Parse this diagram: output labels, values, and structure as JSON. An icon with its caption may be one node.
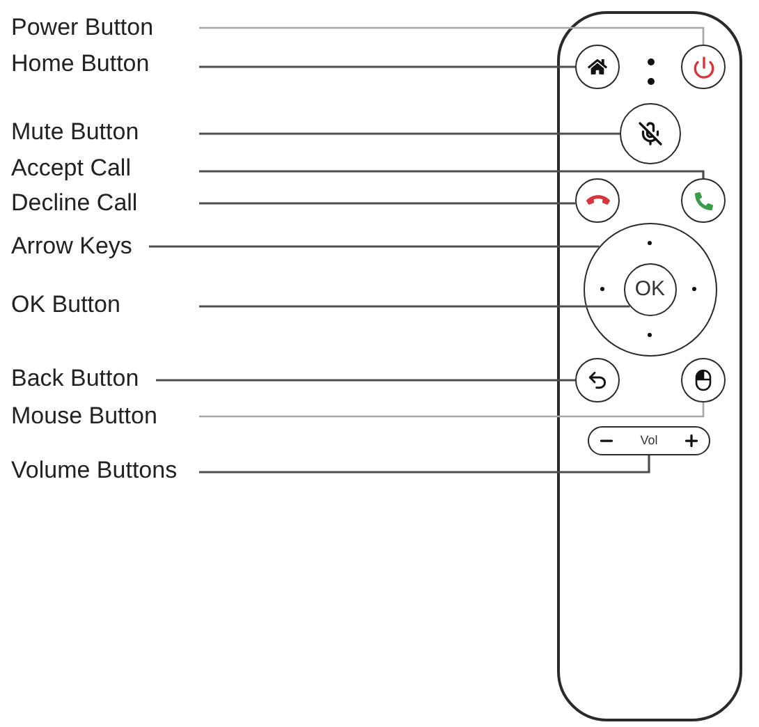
{
  "diagram": {
    "nodes": [
      {
        "text": [
          "Power Button"
        ]
      },
      {
        "text": [
          "Home Button"
        ]
      },
      {
        "text": [
          "Mute Button"
        ]
      },
      {
        "text": [
          "Accept Call"
        ]
      },
      {
        "text": [
          "Decline Call"
        ]
      },
      {
        "text": [
          "Arrow Keys"
        ]
      },
      {
        "text": [
          "OK Button"
        ]
      },
      {
        "text": [
          "Back Button"
        ]
      },
      {
        "text": [
          "Mouse Button"
        ]
      },
      {
        "text": [
          "Volume Buttons"
        ]
      },
      {
        "text": [],
        "shape": "box"
      },
      {
        "text": [],
        "shape": "circle",
        "in": 10
      },
      {
        "text": [],
        "shape": "circle",
        "in": 10
      },
      {
        "text": [],
        "shape": "circle",
        "in": 10
      },
      {
        "text": [],
        "shape": "circle",
        "in": 10
      },
      {
        "text": [],
        "shape": "circle",
        "in": 10
      },
      {
        "text": [],
        "shape": "circle",
        "in": 10
      },
      {
        "text": [
          "OK"
        ],
        "in": 16
      },
      {
        "text": [],
        "shape": "circle",
        "in": 10
      },
      {
        "text": [],
        "shape": "circle",
        "in": 10
      },
      {
        "text": [
          "Vol"
        ],
        "in": 10
      }
    ],
    "edges": [
      {
        "from": 0,
        "to": 12,
        "arrow": "none",
        "color": "#a6a6a6"
      },
      {
        "from": 1,
        "to": 11,
        "arrow": "none"
      },
      {
        "from": 2,
        "to": 13,
        "arrow": "none"
      },
      {
        "from": 3,
        "to": 15,
        "arrow": "none"
      },
      {
        "from": 4,
        "to": 14,
        "arrow": "none"
      },
      {
        "from": 5,
        "to": 16,
        "arrow": "none"
      },
      {
        "from": 6,
        "to": 17,
        "arrow": "none"
      },
      {
        "from": 7,
        "to": 18,
        "arrow": "none"
      },
      {
        "from": 8,
        "to": 19,
        "arrow": "none",
        "color": "#a6a6a6"
      },
      {
        "from": 9,
        "to": 20,
        "arrow": "none"
      }
    ]
  }
}
